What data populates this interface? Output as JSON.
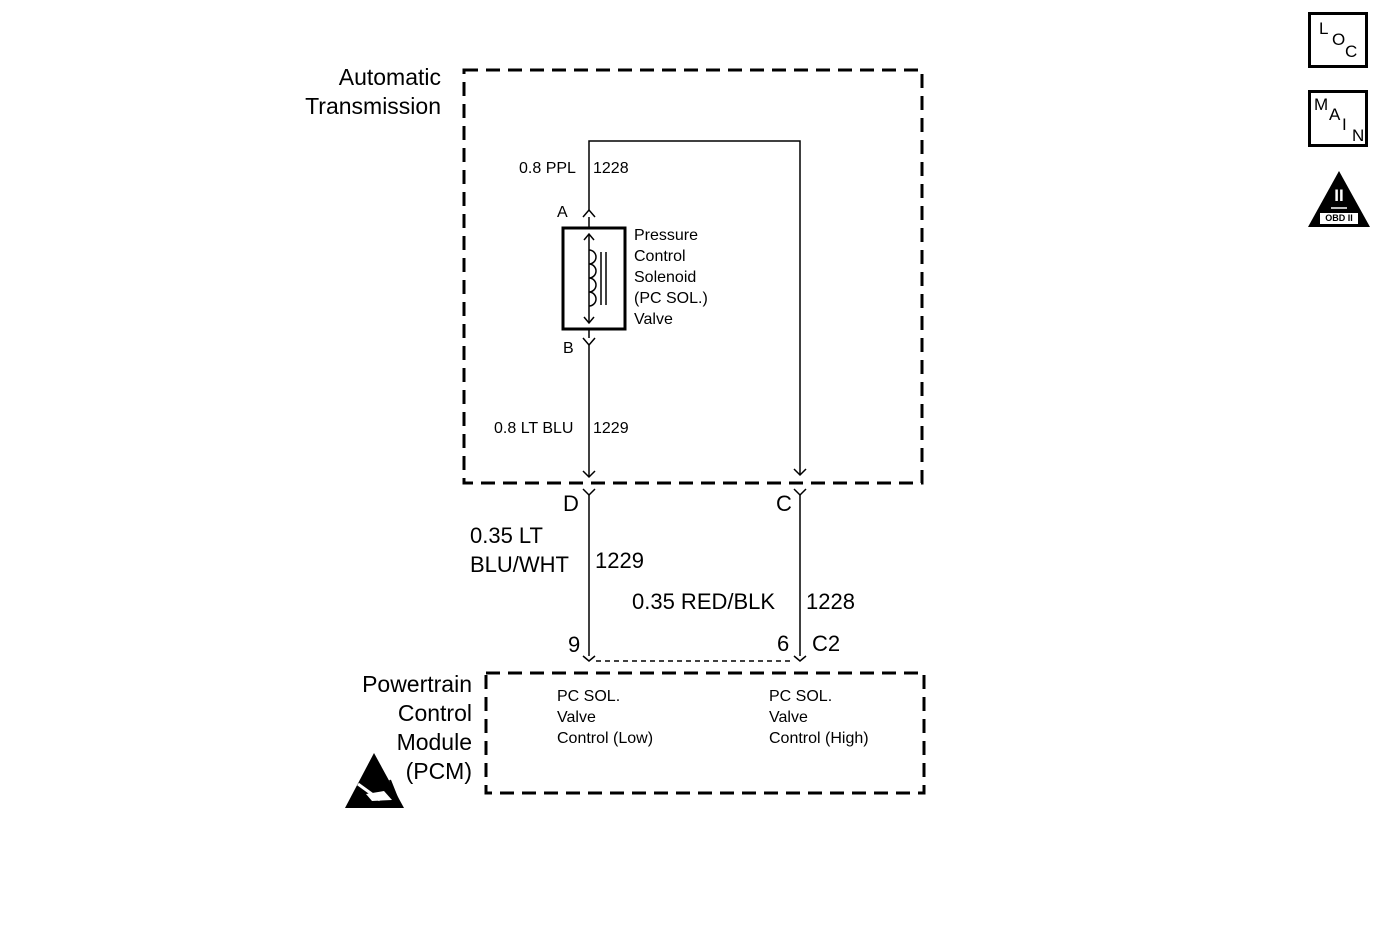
{
  "modules": {
    "transmission": {
      "lines": [
        "Automatic",
        "Transmission"
      ]
    },
    "pcm": {
      "lines": [
        "Powertrain",
        "Control",
        "Module",
        "(PCM)"
      ]
    }
  },
  "solenoid": {
    "lines": [
      "Pressure",
      "Control",
      "Solenoid",
      "(PC SOL.)",
      "Valve"
    ]
  },
  "pins": {
    "a": "A",
    "b": "B",
    "d": "D",
    "c": "C",
    "p9": "9",
    "p6": "6",
    "c2": "C2"
  },
  "wires": {
    "ppl": {
      "gauge": "0.8 PPL",
      "circuit": "1228"
    },
    "ltblu": {
      "gauge": "0.8 LT BLU",
      "circuit": "1229"
    },
    "ltbluwht": {
      "gauge_lines": [
        "0.35 LT",
        "BLU/WHT"
      ],
      "circuit": "1229"
    },
    "redblk": {
      "gauge": "0.35 RED/BLK",
      "circuit": "1228"
    }
  },
  "pcm_terminals": {
    "low": [
      "PC SOL.",
      "Valve",
      "Control (Low)"
    ],
    "high": [
      "PC SOL.",
      "Valve",
      "Control (High)"
    ]
  },
  "icons": {
    "loc": [
      "L",
      "O",
      "C"
    ],
    "main": [
      "M",
      "A",
      "I",
      "N"
    ],
    "obd": {
      "numeral": "II",
      "label": "OBD II"
    }
  }
}
